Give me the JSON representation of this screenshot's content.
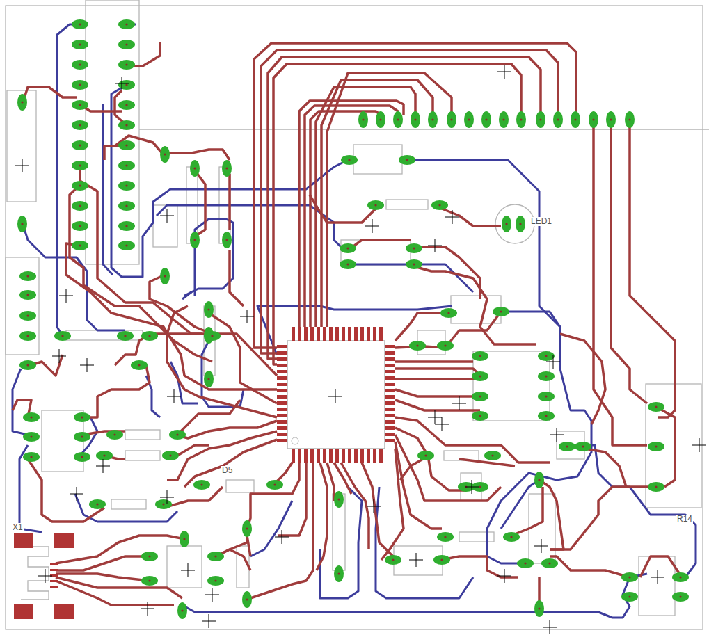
{
  "diagram": {
    "labels": [
      "LED1",
      "R14",
      "X1",
      "D5"
    ]
  }
}
